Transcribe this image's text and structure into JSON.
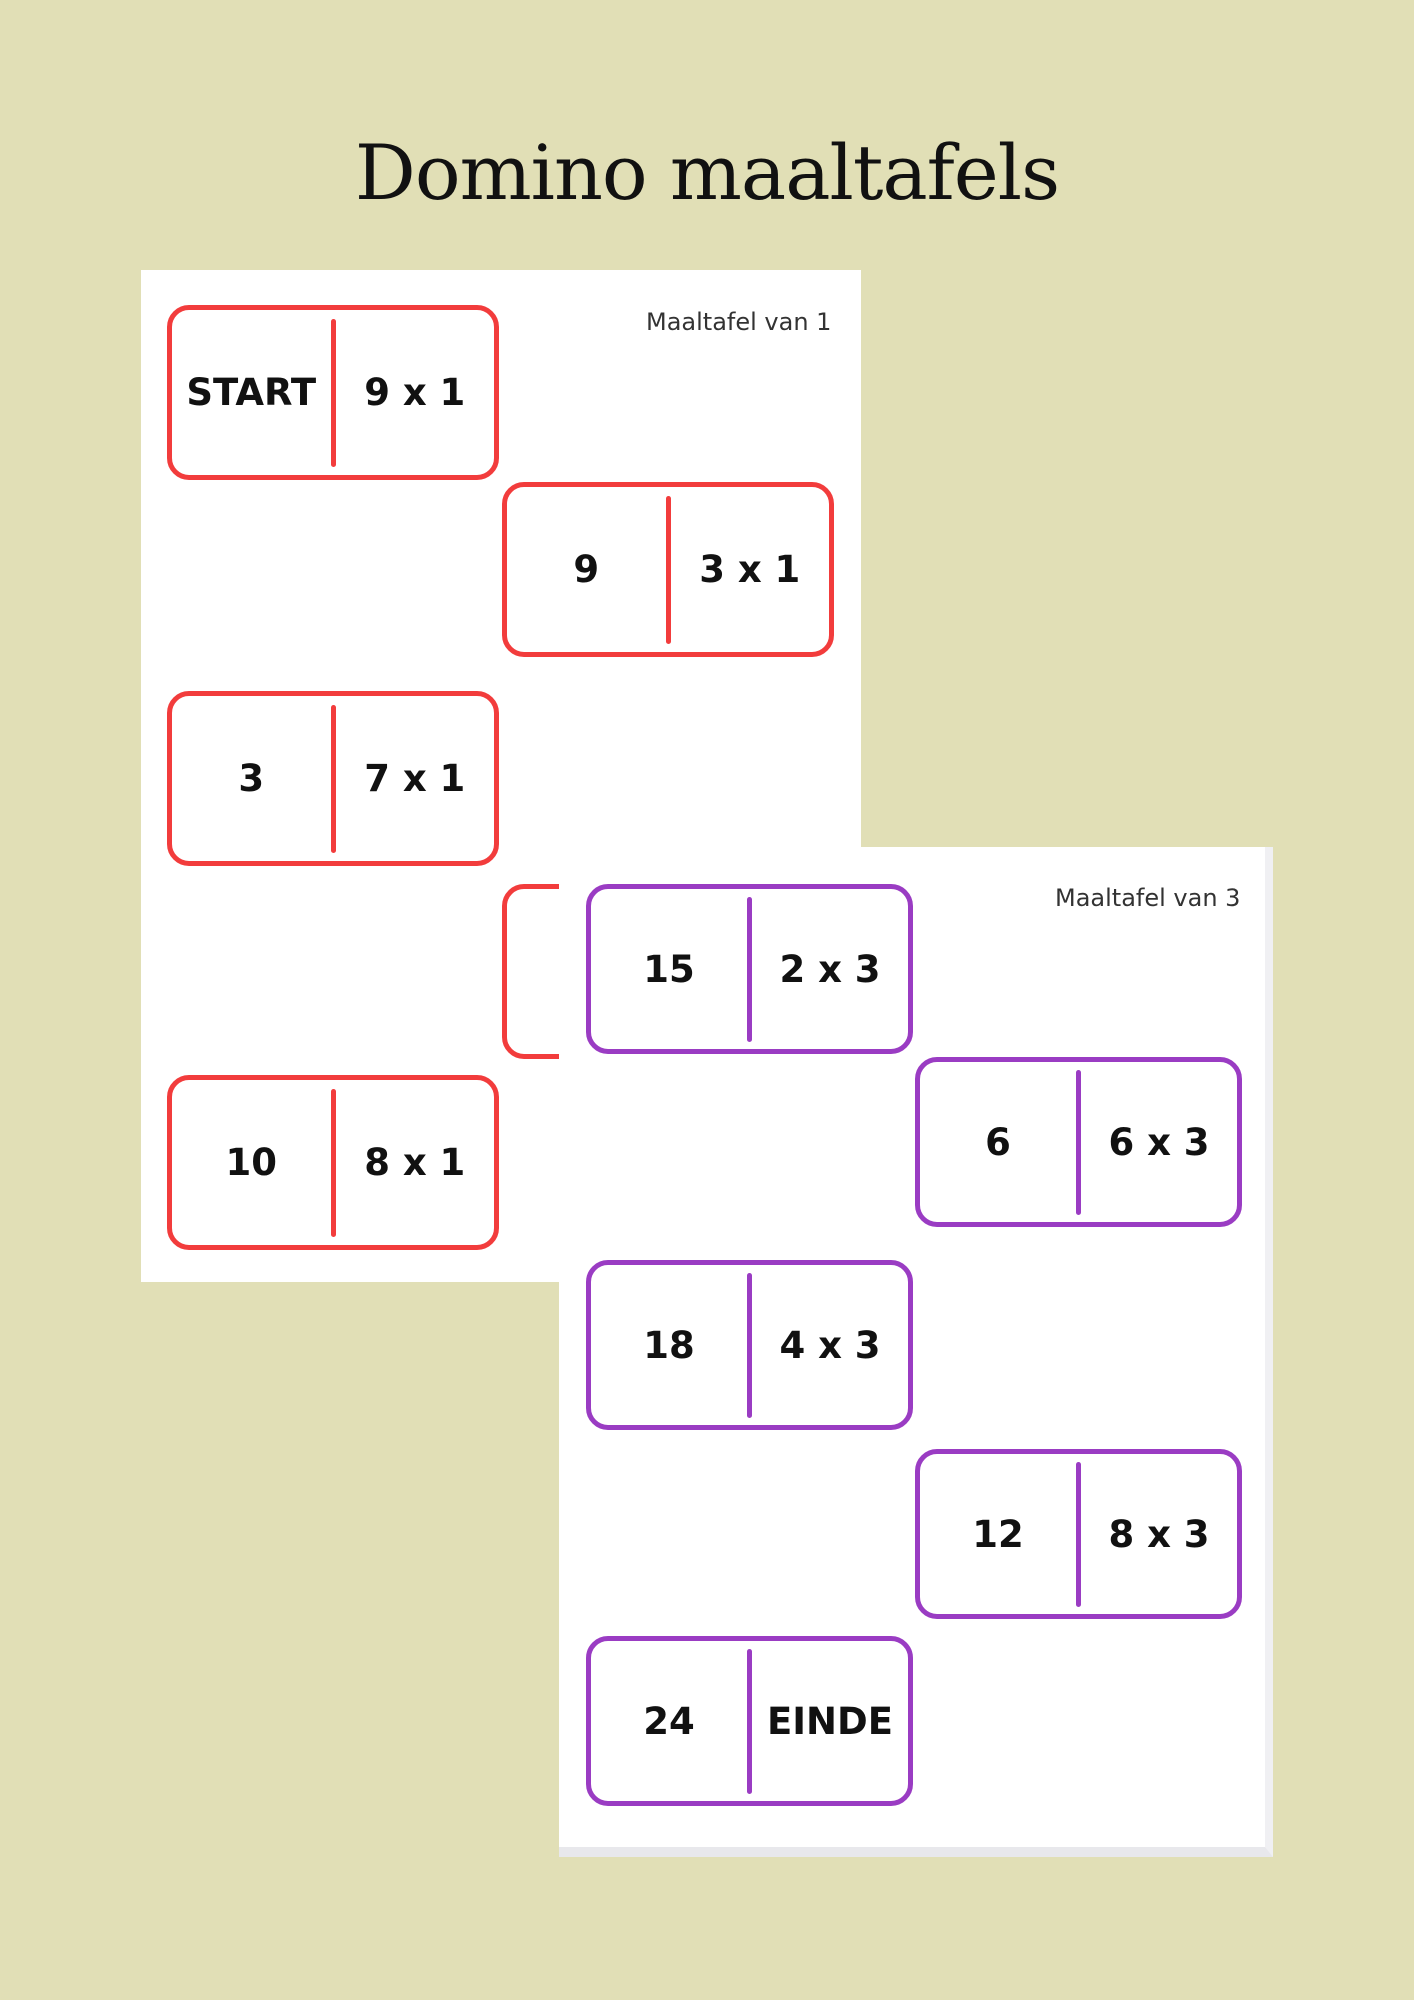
{
  "title": "Domino maaltafels",
  "colors": {
    "background": "#e1dfb6",
    "sheet": "#ffffff",
    "domino_red": "#f23c3c",
    "domino_purple": "#9a3cc3"
  },
  "sheet1": {
    "label": "Maaltafel van 1",
    "dominoes": [
      {
        "left": "START",
        "right": "9 x 1"
      },
      {
        "left": "9",
        "right": "3 x 1"
      },
      {
        "left": "3",
        "right": "7 x 1"
      },
      {
        "left": "",
        "right": ""
      },
      {
        "left": "10",
        "right": "8 x 1"
      }
    ]
  },
  "sheet2": {
    "label": "Maaltafel van 3",
    "dominoes": [
      {
        "left": "15",
        "right": "2 x 3"
      },
      {
        "left": "6",
        "right": "6 x 3"
      },
      {
        "left": "18",
        "right": "4 x 3"
      },
      {
        "left": "12",
        "right": "8 x 3"
      },
      {
        "left": "24",
        "right": "EINDE"
      }
    ]
  }
}
